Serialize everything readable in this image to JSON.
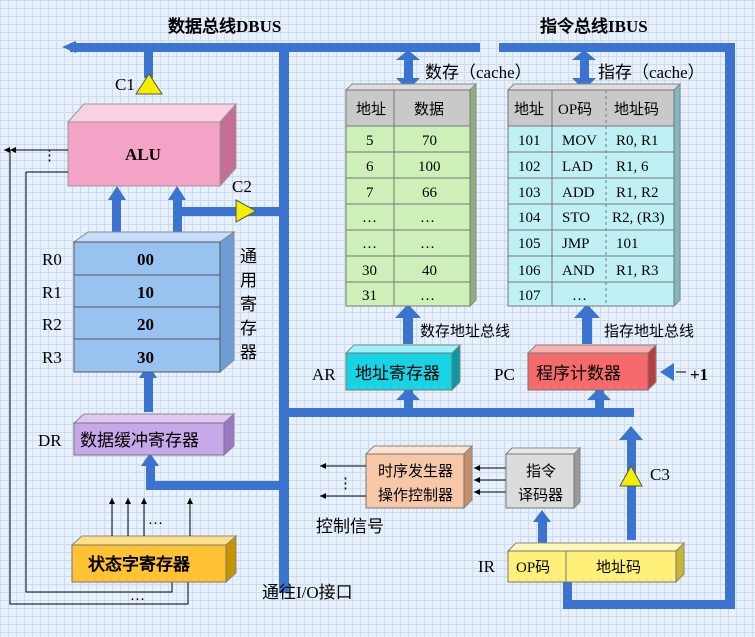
{
  "titles": {
    "dbus": "数据总线DBUS",
    "ibus": "指令总线IBUS"
  },
  "alu": {
    "label": "ALU",
    "dots": "⋮"
  },
  "c1": "C1",
  "c2": "C2",
  "c3": "C3",
  "registers": {
    "title_chars": [
      "通",
      "用",
      "寄",
      "存",
      "器"
    ],
    "rows": [
      {
        "name": "R0",
        "value": "00"
      },
      {
        "name": "R1",
        "value": "10"
      },
      {
        "name": "R2",
        "value": "20"
      },
      {
        "name": "R3",
        "value": "30"
      }
    ]
  },
  "dr": {
    "prefix": "DR",
    "label": "数据缓冲寄存器"
  },
  "psw": {
    "label": "状态字寄存器",
    "dots_top": "…",
    "dots_bottom": "…"
  },
  "io_label": "通往I/O接口",
  "data_cache": {
    "title": "数存（cache）",
    "headers": [
      "地址",
      "数据"
    ],
    "rows": [
      [
        "5",
        "70"
      ],
      [
        "6",
        "100"
      ],
      [
        "7",
        "66"
      ],
      [
        "…",
        "…"
      ],
      [
        "…",
        "…"
      ],
      [
        "30",
        "40"
      ],
      [
        "31",
        "…"
      ]
    ],
    "bus_label": "数存地址总线"
  },
  "instr_cache": {
    "title": "指存（cache）",
    "headers": [
      "地址",
      "OP码",
      "地址码"
    ],
    "rows": [
      [
        "101",
        "MOV",
        "R0, R1"
      ],
      [
        "102",
        "LAD",
        "R1, 6"
      ],
      [
        "103",
        "ADD",
        "R1, R2"
      ],
      [
        "104",
        "STO",
        "R2, (R3)"
      ],
      [
        "105",
        "JMP",
        "101"
      ],
      [
        "106",
        "AND",
        "R1, R3"
      ],
      [
        "107",
        "…",
        ""
      ]
    ],
    "bus_label": "指存地址总线"
  },
  "ar": {
    "prefix": "AR",
    "label": "地址寄存器"
  },
  "pc": {
    "prefix": "PC",
    "label": "程序计数器",
    "plus": "+1"
  },
  "control": {
    "line1": "时序发生器",
    "line2": "操作控制器",
    "signal_label": "控制信号",
    "dots": "⋮"
  },
  "decoder": {
    "line1": "指令",
    "line2": "译码器"
  },
  "ir": {
    "prefix": "IR",
    "op": "OP码",
    "addr": "地址码"
  },
  "colors": {
    "bus": "#3a73d0",
    "alu": "#f4a3c6",
    "regs": "#98c3f0",
    "dr": "#c7a8e8",
    "psw": "#ffc233",
    "data_cache": "#cdf0b8",
    "instr_cache": "#bff0f5",
    "ar": "#17d3e3",
    "pc": "#f56b6b",
    "control": "#f7c8a8",
    "ir": "#fff07a"
  }
}
